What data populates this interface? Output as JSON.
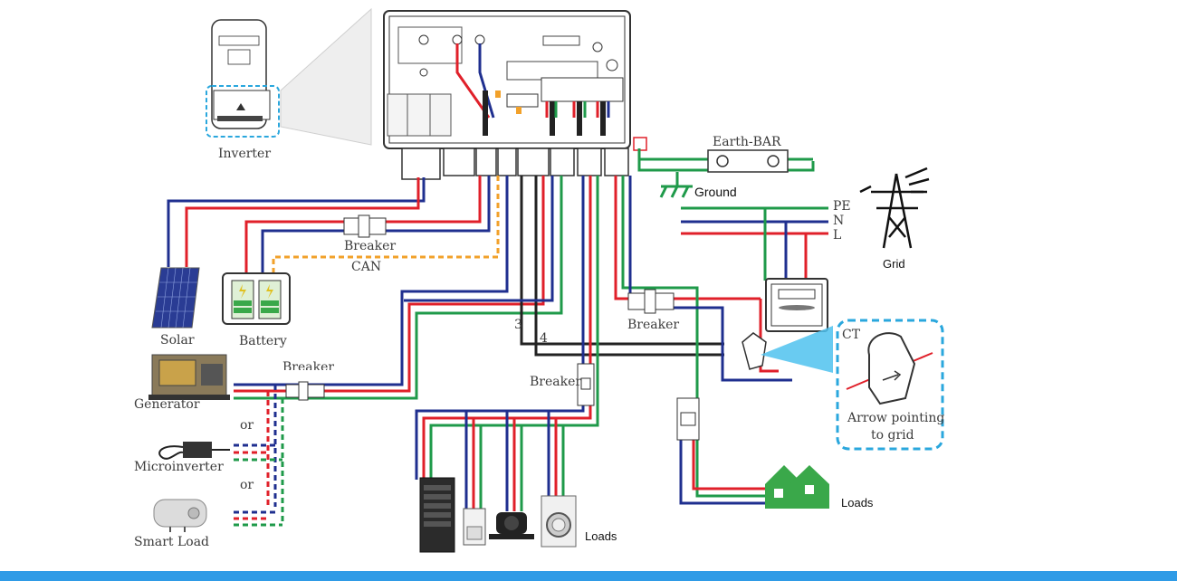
{
  "labels": {
    "inverter": "Inverter",
    "earth_bar": "Earth-BAR",
    "ground": "Ground",
    "pe": "PE",
    "n": "N",
    "l": "L",
    "grid": "Grid",
    "breaker_top": "Breaker",
    "can": "CAN",
    "solar": "Solar",
    "battery": "Battery",
    "breaker_gen": "Breaker",
    "generator": "Generator",
    "or_1": "or",
    "microinverter": "Microinverter",
    "or_2": "or",
    "smart_load": "Smart Load",
    "wire_3": "3",
    "wire_4": "4",
    "breaker_mid": "Breaker",
    "breaker_right": "Breaker",
    "ct": "CT",
    "arrow_pointing": "Arrow pointing",
    "to_grid": "to grid",
    "loads_backup": "Loads",
    "loads_grid": "Loads"
  },
  "colors": {
    "red": "#e0202a",
    "blue": "#1f2f8f",
    "green": "#1f9a4a",
    "black": "#222222",
    "orange": "#f2a12a",
    "callout": "#2aa7dd",
    "house": "#3aa84a",
    "bar": "#2f9be6"
  }
}
